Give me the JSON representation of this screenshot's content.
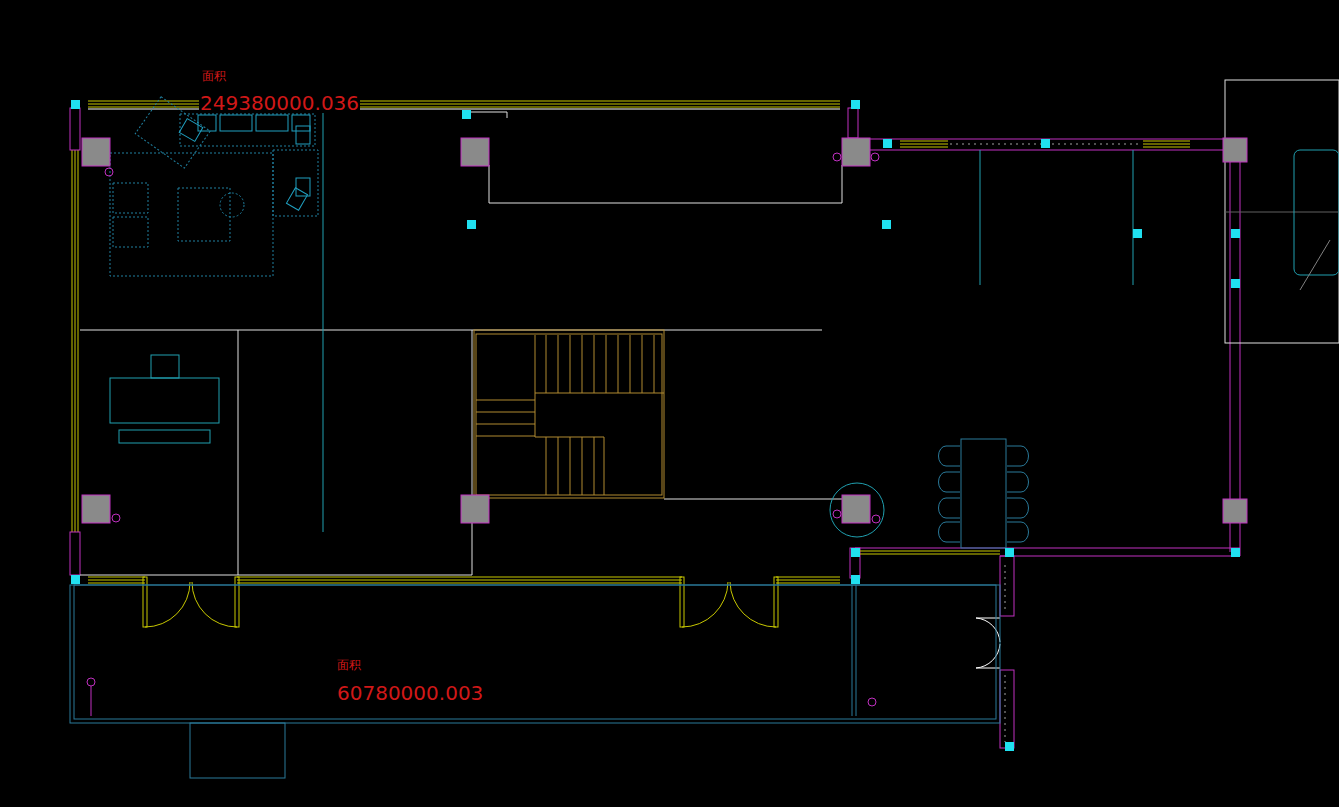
{
  "diagram": {
    "labels": [
      "面积",
      "249380000.036",
      "面积",
      "60780000.003"
    ]
  }
}
